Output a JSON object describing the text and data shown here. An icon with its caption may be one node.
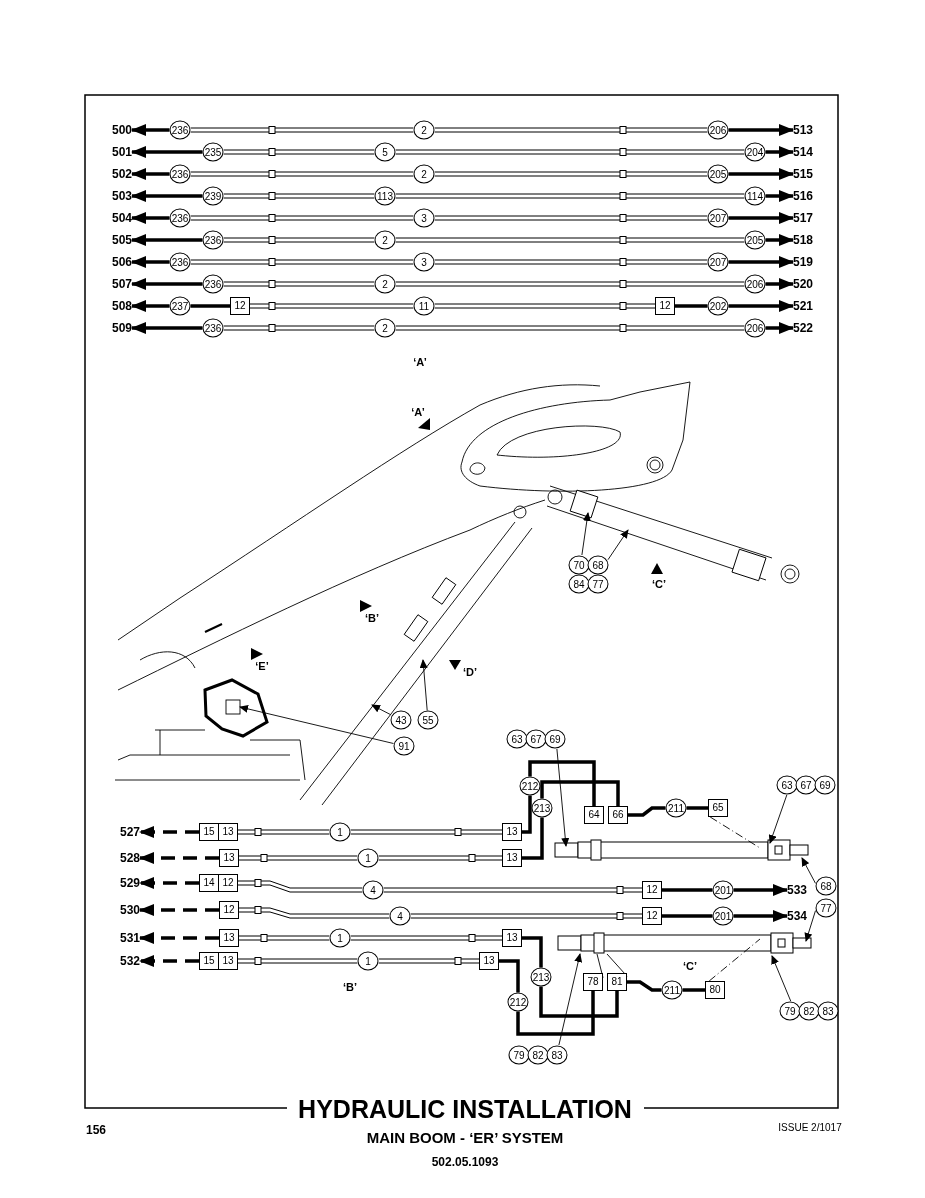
{
  "diagram": {
    "title": "HYDRAULIC INSTALLATION",
    "caption": "MAIN BOOM - ‘ER’ SYSTEM",
    "nodes": [
      {
        "text": [
          "500"
        ]
      },
      {
        "text": [
          "236"
        ]
      },
      {
        "text": [
          "2"
        ]
      },
      {
        "text": [
          "206"
        ]
      },
      {
        "text": [
          "513"
        ]
      },
      {
        "text": [
          "501"
        ]
      },
      {
        "text": [
          "235"
        ]
      },
      {
        "text": [
          "5"
        ]
      },
      {
        "text": [
          "204"
        ]
      },
      {
        "text": [
          "514"
        ]
      },
      {
        "text": [
          "502"
        ]
      },
      {
        "text": [
          "236"
        ]
      },
      {
        "text": [
          "2"
        ]
      },
      {
        "text": [
          "205"
        ]
      },
      {
        "text": [
          "515"
        ]
      },
      {
        "text": [
          "503"
        ]
      },
      {
        "text": [
          "239"
        ]
      },
      {
        "text": [
          "113"
        ]
      },
      {
        "text": [
          "114"
        ]
      },
      {
        "text": [
          "516"
        ]
      },
      {
        "text": [
          "504"
        ]
      },
      {
        "text": [
          "236"
        ]
      },
      {
        "text": [
          "3"
        ]
      },
      {
        "text": [
          "207"
        ]
      },
      {
        "text": [
          "517"
        ]
      },
      {
        "text": [
          "505"
        ]
      },
      {
        "text": [
          "236"
        ]
      },
      {
        "text": [
          "2"
        ]
      },
      {
        "text": [
          "205"
        ]
      },
      {
        "text": [
          "518"
        ]
      },
      {
        "text": [
          "506"
        ]
      },
      {
        "text": [
          "236"
        ]
      },
      {
        "text": [
          "3"
        ]
      },
      {
        "text": [
          "207"
        ]
      },
      {
        "text": [
          "519"
        ]
      },
      {
        "text": [
          "507"
        ]
      },
      {
        "text": [
          "236"
        ]
      },
      {
        "text": [
          "2"
        ]
      },
      {
        "text": [
          "206"
        ]
      },
      {
        "text": [
          "520"
        ]
      },
      {
        "text": [
          "508"
        ]
      },
      {
        "text": [
          "237"
        ]
      },
      {
        "text": [
          "12"
        ]
      },
      {
        "text": [
          "11"
        ]
      },
      {
        "text": [
          "12"
        ]
      },
      {
        "text": [
          "202"
        ]
      },
      {
        "text": [
          "521"
        ]
      },
      {
        "text": [
          "509"
        ]
      },
      {
        "text": [
          "236"
        ]
      },
      {
        "text": [
          "2"
        ]
      },
      {
        "text": [
          "206"
        ]
      },
      {
        "text": [
          "522"
        ]
      },
      {
        "text": [
          "70",
          "84"
        ]
      },
      {
        "text": [
          "68",
          "77"
        ]
      },
      {
        "text": [
          "43"
        ]
      },
      {
        "text": [
          "55"
        ]
      },
      {
        "text": [
          "91"
        ]
      },
      {
        "text": [
          "63",
          "67",
          "69"
        ]
      },
      {
        "text": [
          "63",
          "67",
          "69"
        ]
      },
      {
        "text": [
          "64"
        ]
      },
      {
        "text": [
          "66"
        ]
      },
      {
        "text": [
          "65"
        ]
      },
      {
        "text": [
          "527"
        ]
      },
      {
        "text": [
          "15"
        ]
      },
      {
        "text": [
          "13"
        ]
      },
      {
        "text": [
          "1"
        ]
      },
      {
        "text": [
          "13"
        ]
      },
      {
        "text": [
          "528"
        ]
      },
      {
        "text": [
          "13"
        ]
      },
      {
        "text": [
          "1"
        ]
      },
      {
        "text": [
          "13"
        ]
      },
      {
        "text": [
          "529"
        ]
      },
      {
        "text": [
          "14"
        ]
      },
      {
        "text": [
          "12"
        ]
      },
      {
        "text": [
          "4"
        ]
      },
      {
        "text": [
          "12"
        ]
      },
      {
        "text": [
          "201"
        ]
      },
      {
        "text": [
          "533"
        ]
      },
      {
        "text": [
          "68"
        ]
      },
      {
        "text": [
          "530"
        ]
      },
      {
        "text": [
          "12"
        ]
      },
      {
        "text": [
          "4"
        ]
      },
      {
        "text": [
          "12"
        ]
      },
      {
        "text": [
          "201"
        ]
      },
      {
        "text": [
          "534"
        ]
      },
      {
        "text": [
          "77"
        ]
      },
      {
        "text": [
          "531"
        ]
      },
      {
        "text": [
          "13"
        ]
      },
      {
        "text": [
          "1"
        ]
      },
      {
        "text": [
          "13"
        ]
      },
      {
        "text": [
          "532"
        ]
      },
      {
        "text": [
          "15"
        ]
      },
      {
        "text": [
          "13"
        ]
      },
      {
        "text": [
          "1"
        ]
      },
      {
        "text": [
          "13"
        ]
      },
      {
        "text": [
          "78"
        ]
      },
      {
        "text": [
          "81"
        ]
      },
      {
        "text": [
          "80"
        ]
      },
      {
        "text": [
          "79",
          "82",
          "83"
        ]
      },
      {
        "text": [
          "79",
          "82",
          "83"
        ]
      },
      {
        "text": [
          "212"
        ]
      },
      {
        "text": [
          "213"
        ]
      },
      {
        "text": [
          "211"
        ]
      },
      {
        "text": [
          "213"
        ]
      },
      {
        "text": [
          "212"
        ]
      },
      {
        "text": [
          "211"
        ]
      },
      {
        "text": [],
        "shape": "cylinder"
      },
      {
        "text": [],
        "shape": "cylinder"
      }
    ],
    "edges": [
      {
        "from": 1,
        "to": 0,
        "arrow": "to",
        "style": "thick"
      },
      {
        "from": 1,
        "to": 2,
        "arrow": "none"
      },
      {
        "from": 2,
        "to": 3,
        "arrow": "none"
      },
      {
        "from": 3,
        "to": 4,
        "arrow": "to",
        "style": "thick"
      },
      {
        "from": 6,
        "to": 5,
        "arrow": "to",
        "style": "thick"
      },
      {
        "from": 6,
        "to": 7,
        "arrow": "none"
      },
      {
        "from": 7,
        "to": 8,
        "arrow": "none"
      },
      {
        "from": 8,
        "to": 9,
        "arrow": "to",
        "style": "thick"
      },
      {
        "from": 11,
        "to": 10,
        "arrow": "to",
        "style": "thick"
      },
      {
        "from": 11,
        "to": 12,
        "arrow": "none"
      },
      {
        "from": 12,
        "to": 13,
        "arrow": "none"
      },
      {
        "from": 13,
        "to": 14,
        "arrow": "to",
        "style": "thick"
      },
      {
        "from": 16,
        "to": 15,
        "arrow": "to",
        "style": "thick"
      },
      {
        "from": 16,
        "to": 17,
        "arrow": "none"
      },
      {
        "from": 17,
        "to": 18,
        "arrow": "none"
      },
      {
        "from": 18,
        "to": 19,
        "arrow": "to",
        "style": "thick"
      },
      {
        "from": 21,
        "to": 20,
        "arrow": "to",
        "style": "thick"
      },
      {
        "from": 21,
        "to": 22,
        "arrow": "none"
      },
      {
        "from": 22,
        "to": 23,
        "arrow": "none"
      },
      {
        "from": 23,
        "to": 24,
        "arrow": "to",
        "style": "thick"
      },
      {
        "from": 26,
        "to": 25,
        "arrow": "to",
        "style": "thick"
      },
      {
        "from": 26,
        "to": 27,
        "arrow": "none"
      },
      {
        "from": 27,
        "to": 28,
        "arrow": "none"
      },
      {
        "from": 28,
        "to": 29,
        "arrow": "to",
        "style": "thick"
      },
      {
        "from": 31,
        "to": 30,
        "arrow": "to",
        "style": "thick"
      },
      {
        "from": 31,
        "to": 32,
        "arrow": "none"
      },
      {
        "from": 32,
        "to": 33,
        "arrow": "none"
      },
      {
        "from": 33,
        "to": 34,
        "arrow": "to",
        "style": "thick"
      },
      {
        "from": 36,
        "to": 35,
        "arrow": "to",
        "style": "thick"
      },
      {
        "from": 36,
        "to": 37,
        "arrow": "none"
      },
      {
        "from": 37,
        "to": 38,
        "arrow": "none"
      },
      {
        "from": 38,
        "to": 39,
        "arrow": "to",
        "style": "thick"
      },
      {
        "from": 41,
        "to": 40,
        "arrow": "to",
        "style": "thick"
      },
      {
        "from": 41,
        "to": 42,
        "arrow": "none",
        "style": "thick"
      },
      {
        "from": 42,
        "to": 43,
        "arrow": "none"
      },
      {
        "from": 43,
        "to": 44,
        "arrow": "none"
      },
      {
        "from": 44,
        "to": 45,
        "arrow": "none",
        "style": "thick"
      },
      {
        "from": 45,
        "to": 46,
        "arrow": "to",
        "style": "thick"
      },
      {
        "from": 48,
        "to": 47,
        "arrow": "to",
        "style": "thick"
      },
      {
        "from": 48,
        "to": 49,
        "arrow": "none"
      },
      {
        "from": 49,
        "to": 50,
        "arrow": "none"
      },
      {
        "from": 50,
        "to": 51,
        "arrow": "to",
        "style": "thick"
      },
      {
        "from": 52,
        "to": null,
        "arrow": "to"
      },
      {
        "from": 53,
        "to": null,
        "arrow": "to"
      },
      {
        "from": 54,
        "to": null,
        "arrow": "to"
      },
      {
        "from": 55,
        "to": null,
        "arrow": "to"
      },
      {
        "from": 56,
        "to": null,
        "arrow": "to"
      },
      {
        "from": 57,
        "to": 106,
        "arrow": "to"
      },
      {
        "from": 58,
        "to": 106,
        "arrow": "to"
      },
      {
        "from": 66,
        "to": 100,
        "arrow": "none",
        "style": "thick"
      },
      {
        "from": 100,
        "to": 59,
        "arrow": "none",
        "style": "thick"
      },
      {
        "from": 70,
        "to": 101,
        "arrow": "none",
        "style": "thick"
      },
      {
        "from": 101,
        "to": 60,
        "arrow": "none",
        "style": "thick"
      },
      {
        "from": 60,
        "to": 102,
        "arrow": "none",
        "style": "thick"
      },
      {
        "from": 102,
        "to": 61,
        "arrow": "none",
        "style": "thick"
      },
      {
        "from": 61,
        "to": 106,
        "arrow": "none",
        "style": "dashed"
      },
      {
        "from": 63,
        "to": 62,
        "arrow": "to",
        "style": "dashed"
      },
      {
        "from": 64,
        "to": 65,
        "arrow": "none"
      },
      {
        "from": 65,
        "to": 66,
        "arrow": "none"
      },
      {
        "from": 68,
        "to": 67,
        "arrow": "to",
        "style": "dashed"
      },
      {
        "from": 68,
        "to": 69,
        "arrow": "none"
      },
      {
        "from": 69,
        "to": 70,
        "arrow": "none"
      },
      {
        "from": 72,
        "to": 71,
        "arrow": "to",
        "style": "dashed"
      },
      {
        "from": 73,
        "to": 74,
        "arrow": "none"
      },
      {
        "from": 74,
        "to": 75,
        "arrow": "none"
      },
      {
        "from": 75,
        "to": 76,
        "arrow": "none",
        "style": "thick"
      },
      {
        "from": 76,
        "to": 77,
        "arrow": "to",
        "style": "thick"
      },
      {
        "from": 78,
        "to": 106,
        "arrow": "to"
      },
      {
        "from": 80,
        "to": 79,
        "arrow": "to",
        "style": "dashed"
      },
      {
        "from": 80,
        "to": 81,
        "arrow": "none"
      },
      {
        "from": 81,
        "to": 82,
        "arrow": "none"
      },
      {
        "from": 82,
        "to": 83,
        "arrow": "none",
        "style": "thick"
      },
      {
        "from": 83,
        "to": 84,
        "arrow": "to",
        "style": "thick"
      },
      {
        "from": 85,
        "to": 107,
        "arrow": "to"
      },
      {
        "from": 87,
        "to": 86,
        "arrow": "to",
        "style": "dashed"
      },
      {
        "from": 87,
        "to": 88,
        "arrow": "none"
      },
      {
        "from": 88,
        "to": 89,
        "arrow": "none"
      },
      {
        "from": 91,
        "to": 90,
        "arrow": "to",
        "style": "dashed"
      },
      {
        "from": 92,
        "to": 93,
        "arrow": "none"
      },
      {
        "from": 93,
        "to": 94,
        "arrow": "none"
      },
      {
        "from": 89,
        "to": 103,
        "arrow": "none",
        "style": "thick"
      },
      {
        "from": 103,
        "to": 96,
        "arrow": "none",
        "style": "thick"
      },
      {
        "from": 94,
        "to": 104,
        "arrow": "none",
        "style": "thick"
      },
      {
        "from": 104,
        "to": 95,
        "arrow": "none",
        "style": "thick"
      },
      {
        "from": 96,
        "to": 105,
        "arrow": "none",
        "style": "thick"
      },
      {
        "from": 105,
        "to": 97,
        "arrow": "none",
        "style": "thick"
      },
      {
        "from": 95,
        "to": 107,
        "arrow": "none"
      },
      {
        "from": 96,
        "to": 107,
        "arrow": "none"
      },
      {
        "from": 97,
        "to": 107,
        "arrow": "none",
        "style": "dashed"
      },
      {
        "from": 98,
        "to": 107,
        "arrow": "to"
      },
      {
        "from": 99,
        "to": 107,
        "arrow": "to"
      }
    ],
    "labels": [
      "‘A’",
      "‘A’",
      "‘C’",
      "‘B’",
      "‘E’",
      "‘D’",
      "‘C’",
      "‘B’",
      "156",
      "ISSUE 2/1017",
      "502.05.1093"
    ]
  }
}
